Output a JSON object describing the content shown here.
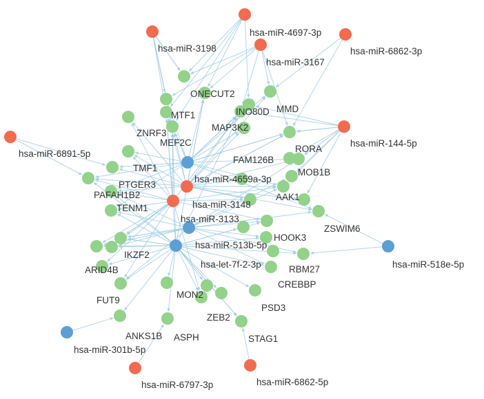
{
  "colors": {
    "mirna_up": "#f26b4f",
    "mirna_down": "#5b9fd4",
    "gene": "#92d28a",
    "edge": "#9fcbe6",
    "label": "#333333"
  },
  "nodes": [
    {
      "id": "m3198",
      "label": "hsa-miR-3198",
      "group": "mirna_up"
    },
    {
      "id": "m4697",
      "label": "hsa-miR-4697-3p",
      "group": "mirna_up"
    },
    {
      "id": "m3167",
      "label": "hsa-miR-3167",
      "group": "mirna_up"
    },
    {
      "id": "m6862_3p",
      "label": "hsa-miR-6862-3p",
      "group": "mirna_up"
    },
    {
      "id": "m6891",
      "label": "hsa-miR-6891-5p",
      "group": "mirna_up"
    },
    {
      "id": "m144",
      "label": "hsa-miR-144-5p",
      "group": "mirna_up"
    },
    {
      "id": "m4659a",
      "label": "hsa-miR-4659a-3p",
      "group": "mirna_up"
    },
    {
      "id": "m3148",
      "label": "hsa-miR-3148",
      "group": "mirna_up"
    },
    {
      "id": "m6797",
      "label": "hsa-miR-6797-3p",
      "group": "mirna_up"
    },
    {
      "id": "m6862_5p",
      "label": "hsa-miR-6862-5p",
      "group": "mirna_up"
    },
    {
      "id": "mef2c",
      "label": "MEF2C",
      "group": "mirna_down"
    },
    {
      "id": "m3133",
      "label": "hsa-miR-3133",
      "group": "mirna_down"
    },
    {
      "id": "m513b",
      "label": "hsa-miR-513b-5p",
      "group": "mirna_down"
    },
    {
      "id": "m518e",
      "label": "hsa-miR-518e-5p",
      "group": "mirna_down"
    },
    {
      "id": "m301b",
      "label": "hsa-miR-301b-5p",
      "group": "mirna_down"
    },
    {
      "id": "onecut2",
      "label": "ONECUT2",
      "group": "gene"
    },
    {
      "id": "mtf1",
      "label": "MTF1",
      "group": "gene"
    },
    {
      "id": "ino80d",
      "label": "INO80D",
      "group": "gene"
    },
    {
      "id": "mmd",
      "label": "MMD",
      "group": "gene"
    },
    {
      "id": "znrf3",
      "label": "ZNRF3",
      "group": "gene"
    },
    {
      "id": "map3k2",
      "label": "MAP3K2",
      "group": "gene"
    },
    {
      "id": "rora",
      "label": "RORA",
      "group": "gene"
    },
    {
      "id": "fam126b",
      "label": "FAM126B",
      "group": "gene"
    },
    {
      "id": "tmf1",
      "label": "TMF1",
      "group": "gene"
    },
    {
      "id": "mob1b",
      "label": "MOB1B",
      "group": "gene"
    },
    {
      "id": "ptger3",
      "label": "PTGER3",
      "group": "gene"
    },
    {
      "id": "pafah1b2",
      "label": "PAFAH1B2",
      "group": "gene"
    },
    {
      "id": "aak1",
      "label": "AAK1",
      "group": "gene"
    },
    {
      "id": "tenm1",
      "label": "TENM1",
      "group": "gene"
    },
    {
      "id": "zswim6",
      "label": "ZSWIM6",
      "group": "gene"
    },
    {
      "id": "hook3",
      "label": "HOOK3",
      "group": "gene"
    },
    {
      "id": "ikzf2",
      "label": "IKZF2",
      "group": "gene"
    },
    {
      "id": "rbm27",
      "label": "RBM27",
      "group": "gene"
    },
    {
      "id": "arid4b",
      "label": "ARID4B",
      "group": "gene"
    },
    {
      "id": "let7f",
      "label": "hsa-let-7f-2-3p",
      "group": "gene"
    },
    {
      "id": "crebbp",
      "label": "CREBBP",
      "group": "gene"
    },
    {
      "id": "fut9",
      "label": "FUT9",
      "group": "gene"
    },
    {
      "id": "mon2",
      "label": "MON2",
      "group": "gene"
    },
    {
      "id": "psd3",
      "label": "PSD3",
      "group": "gene"
    },
    {
      "id": "zeb2",
      "label": "ZEB2",
      "group": "gene"
    },
    {
      "id": "anks1b",
      "label": "ANKS1B",
      "group": "gene"
    },
    {
      "id": "asph",
      "label": "ASPH",
      "group": "gene"
    },
    {
      "id": "stag1",
      "label": "STAG1",
      "group": "gene"
    },
    {
      "id": "g_a",
      "label": "",
      "group": "gene"
    },
    {
      "id": "g_b",
      "label": "",
      "group": "gene"
    },
    {
      "id": "g_c",
      "label": "",
      "group": "gene"
    },
    {
      "id": "g_d",
      "label": "",
      "group": "gene"
    },
    {
      "id": "g_e",
      "label": "",
      "group": "gene"
    },
    {
      "id": "g_f",
      "label": "",
      "group": "gene"
    },
    {
      "id": "g_g",
      "label": "",
      "group": "gene"
    },
    {
      "id": "g_h",
      "label": "",
      "group": "gene"
    },
    {
      "id": "g_i",
      "label": "",
      "group": "gene"
    },
    {
      "id": "g_j",
      "label": "",
      "group": "gene"
    },
    {
      "id": "g_k",
      "label": "",
      "group": "gene"
    },
    {
      "id": "g_l",
      "label": "",
      "group": "gene"
    },
    {
      "id": "g_m",
      "label": "",
      "group": "gene"
    },
    {
      "id": "g_n",
      "label": "",
      "group": "gene"
    },
    {
      "id": "g_o",
      "label": "",
      "group": "gene"
    },
    {
      "id": "g_p",
      "label": "",
      "group": "gene"
    },
    {
      "id": "g_q",
      "label": "",
      "group": "gene"
    },
    {
      "id": "g_r",
      "label": "",
      "group": "gene"
    },
    {
      "id": "g_s",
      "label": "",
      "group": "gene"
    },
    {
      "id": "g_t",
      "label": "",
      "group": "gene"
    },
    {
      "id": "g_u",
      "label": "",
      "group": "gene"
    }
  ],
  "edges": [
    [
      "m3198",
      "g_a"
    ],
    [
      "m3198",
      "g_b"
    ],
    [
      "m3198",
      "znrf3"
    ],
    [
      "m3198",
      "mtf1"
    ],
    [
      "m3198",
      "g_f"
    ],
    [
      "m4697",
      "g_a"
    ],
    [
      "m4697",
      "onecut2"
    ],
    [
      "m4697",
      "mtf1"
    ],
    [
      "m4697",
      "ino80d"
    ],
    [
      "m4697",
      "znrf3"
    ],
    [
      "m3167",
      "onecut2"
    ],
    [
      "m3167",
      "g_b"
    ],
    [
      "m3167",
      "mmd"
    ],
    [
      "m3167",
      "map3k2"
    ],
    [
      "m3167",
      "g_j"
    ],
    [
      "m3167",
      "g_f"
    ],
    [
      "m6862_3p",
      "rora"
    ],
    [
      "m6862_3p",
      "mmd"
    ],
    [
      "m6891",
      "tmf1"
    ],
    [
      "m6891",
      "ptger3"
    ],
    [
      "m144",
      "rora"
    ],
    [
      "m144",
      "fam126b"
    ],
    [
      "m144",
      "mob1b"
    ],
    [
      "m144",
      "aak1"
    ],
    [
      "m144",
      "ino80d"
    ],
    [
      "m144",
      "map3k2"
    ],
    [
      "m144",
      "g_j"
    ],
    [
      "m144",
      "g_h"
    ],
    [
      "m144",
      "g_t"
    ],
    [
      "m4659a",
      "onecut2"
    ],
    [
      "m4659a",
      "mtf1"
    ],
    [
      "m4659a",
      "map3k2"
    ],
    [
      "m4659a",
      "rora"
    ],
    [
      "m4659a",
      "fam126b"
    ],
    [
      "m4659a",
      "tmf1"
    ],
    [
      "m4659a",
      "ptger3"
    ],
    [
      "m4659a",
      "pafah1b2"
    ],
    [
      "m4659a",
      "g_c"
    ],
    [
      "m4659a",
      "g_j"
    ],
    [
      "m4659a",
      "mmd"
    ],
    [
      "m4659a",
      "aak1"
    ],
    [
      "m4659a",
      "g_d"
    ],
    [
      "m4659a",
      "g_e"
    ],
    [
      "m4659a",
      "znrf3"
    ],
    [
      "m4659a",
      "g_g"
    ],
    [
      "m4659a",
      "g_h"
    ],
    [
      "m4659a",
      "g_i"
    ],
    [
      "m4659a",
      "zswim6"
    ],
    [
      "m3148",
      "tenm1"
    ],
    [
      "m3148",
      "ptger3"
    ],
    [
      "m3148",
      "pafah1b2"
    ],
    [
      "m3148",
      "ikzf2"
    ],
    [
      "m3148",
      "arid4b"
    ],
    [
      "m3148",
      "g_d"
    ],
    [
      "m3148",
      "g_k"
    ],
    [
      "m3148",
      "g_c"
    ],
    [
      "m3148",
      "aak1"
    ],
    [
      "m3148",
      "hook3"
    ],
    [
      "m3148",
      "mtf1"
    ],
    [
      "m3148",
      "znrf3"
    ],
    [
      "m3148",
      "map3k2"
    ],
    [
      "m3148",
      "g_l"
    ],
    [
      "m3148",
      "g_e"
    ],
    [
      "m3148",
      "g_m"
    ],
    [
      "m3148",
      "g_n"
    ],
    [
      "m3148",
      "mon2"
    ],
    [
      "mef2c",
      "znrf3"
    ],
    [
      "mef2c",
      "mtf1"
    ],
    [
      "mef2c",
      "onecut2"
    ],
    [
      "mef2c",
      "map3k2"
    ],
    [
      "mef2c",
      "rora"
    ],
    [
      "mef2c",
      "fam126b"
    ],
    [
      "mef2c",
      "tmf1"
    ],
    [
      "mef2c",
      "ptger3"
    ],
    [
      "mef2c",
      "pafah1b2"
    ],
    [
      "mef2c",
      "aak1"
    ],
    [
      "mef2c",
      "tenm1"
    ],
    [
      "mef2c",
      "g_b"
    ],
    [
      "mef2c",
      "g_c"
    ],
    [
      "mef2c",
      "g_j"
    ],
    [
      "mef2c",
      "ino80d"
    ],
    [
      "mef2c",
      "mmd"
    ],
    [
      "mef2c",
      "zswim6"
    ],
    [
      "mef2c",
      "g_i"
    ],
    [
      "m3133",
      "tenm1"
    ],
    [
      "m3133",
      "hook3"
    ],
    [
      "m3133",
      "rbm27"
    ],
    [
      "m3133",
      "zswim6"
    ],
    [
      "m3133",
      "aak1"
    ],
    [
      "m3133",
      "ikzf2"
    ],
    [
      "m3133",
      "arid4b"
    ],
    [
      "m3133",
      "crebbp"
    ],
    [
      "m3133",
      "g_k"
    ],
    [
      "m3133",
      "g_l"
    ],
    [
      "m3133",
      "pafah1b2"
    ],
    [
      "m3133",
      "fam126b"
    ],
    [
      "m3133",
      "mob1b"
    ],
    [
      "m3133",
      "g_o"
    ],
    [
      "m3133",
      "g_m"
    ],
    [
      "m513b",
      "tenm1"
    ],
    [
      "m513b",
      "ikzf2"
    ],
    [
      "m513b",
      "arid4b"
    ],
    [
      "m513b",
      "fut9"
    ],
    [
      "m513b",
      "mon2"
    ],
    [
      "m513b",
      "psd3"
    ],
    [
      "m513b",
      "zeb2"
    ],
    [
      "m513b",
      "anks1b"
    ],
    [
      "m513b",
      "stag1"
    ],
    [
      "m513b",
      "crebbp"
    ],
    [
      "m513b",
      "rbm27"
    ],
    [
      "m513b",
      "hook3"
    ],
    [
      "m513b",
      "g_k"
    ],
    [
      "m513b",
      "g_l"
    ],
    [
      "m513b",
      "g_m"
    ],
    [
      "m513b",
      "g_n"
    ],
    [
      "m513b",
      "pafah1b2"
    ],
    [
      "m513b",
      "ptger3"
    ],
    [
      "m513b",
      "g_o"
    ],
    [
      "m513b",
      "g_p"
    ],
    [
      "m513b",
      "g_q"
    ],
    [
      "m513b",
      "mtf1"
    ],
    [
      "m513b",
      "znrf3"
    ],
    [
      "m513b",
      "onecut2"
    ],
    [
      "m513b",
      "map3k2"
    ],
    [
      "m513b",
      "g_r"
    ],
    [
      "m513b",
      "g_s"
    ],
    [
      "m518e",
      "zswim6"
    ],
    [
      "m518e",
      "rbm27"
    ],
    [
      "m301b",
      "fut9"
    ],
    [
      "m6797",
      "anks1b"
    ],
    [
      "m6862_5p",
      "stag1"
    ]
  ]
}
